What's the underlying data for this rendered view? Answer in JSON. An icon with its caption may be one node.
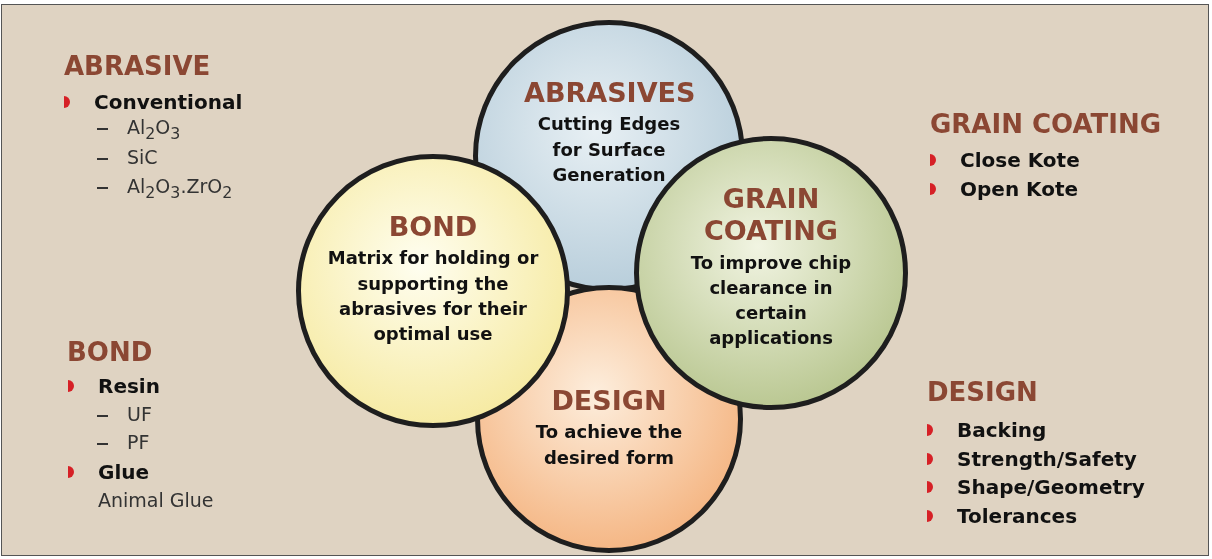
{
  "diagram": {
    "nodes": [
      {
        "text": [
          "ABRASIVES",
          "Cutting Edges for Surface Generation"
        ]
      },
      {
        "text": [
          "DESIGN",
          "To achieve the desired form"
        ]
      },
      {
        "text": [
          "BOND",
          "Matrix for holding or supporting the abrasives for their optimal use"
        ]
      },
      {
        "text": [
          "GRAIN COATING",
          "To improve chip clearance in certain applications"
        ]
      }
    ],
    "labels": [
      "ABRASIVE",
      "Conventional",
      "Al$_{2}$O$_{3}$",
      "SiC",
      "Al$_{2}$O$_{3}$.ZrO$_{2}$",
      "BOND",
      "Resin",
      "UF",
      "PF",
      "Glue",
      "Animal Glue",
      "GRAIN COATING",
      "Close Kote",
      "Open Kote",
      "DESIGN",
      "Backing",
      "Strength/Safety",
      "Shape/Geometry",
      "Tolerances"
    ]
  }
}
